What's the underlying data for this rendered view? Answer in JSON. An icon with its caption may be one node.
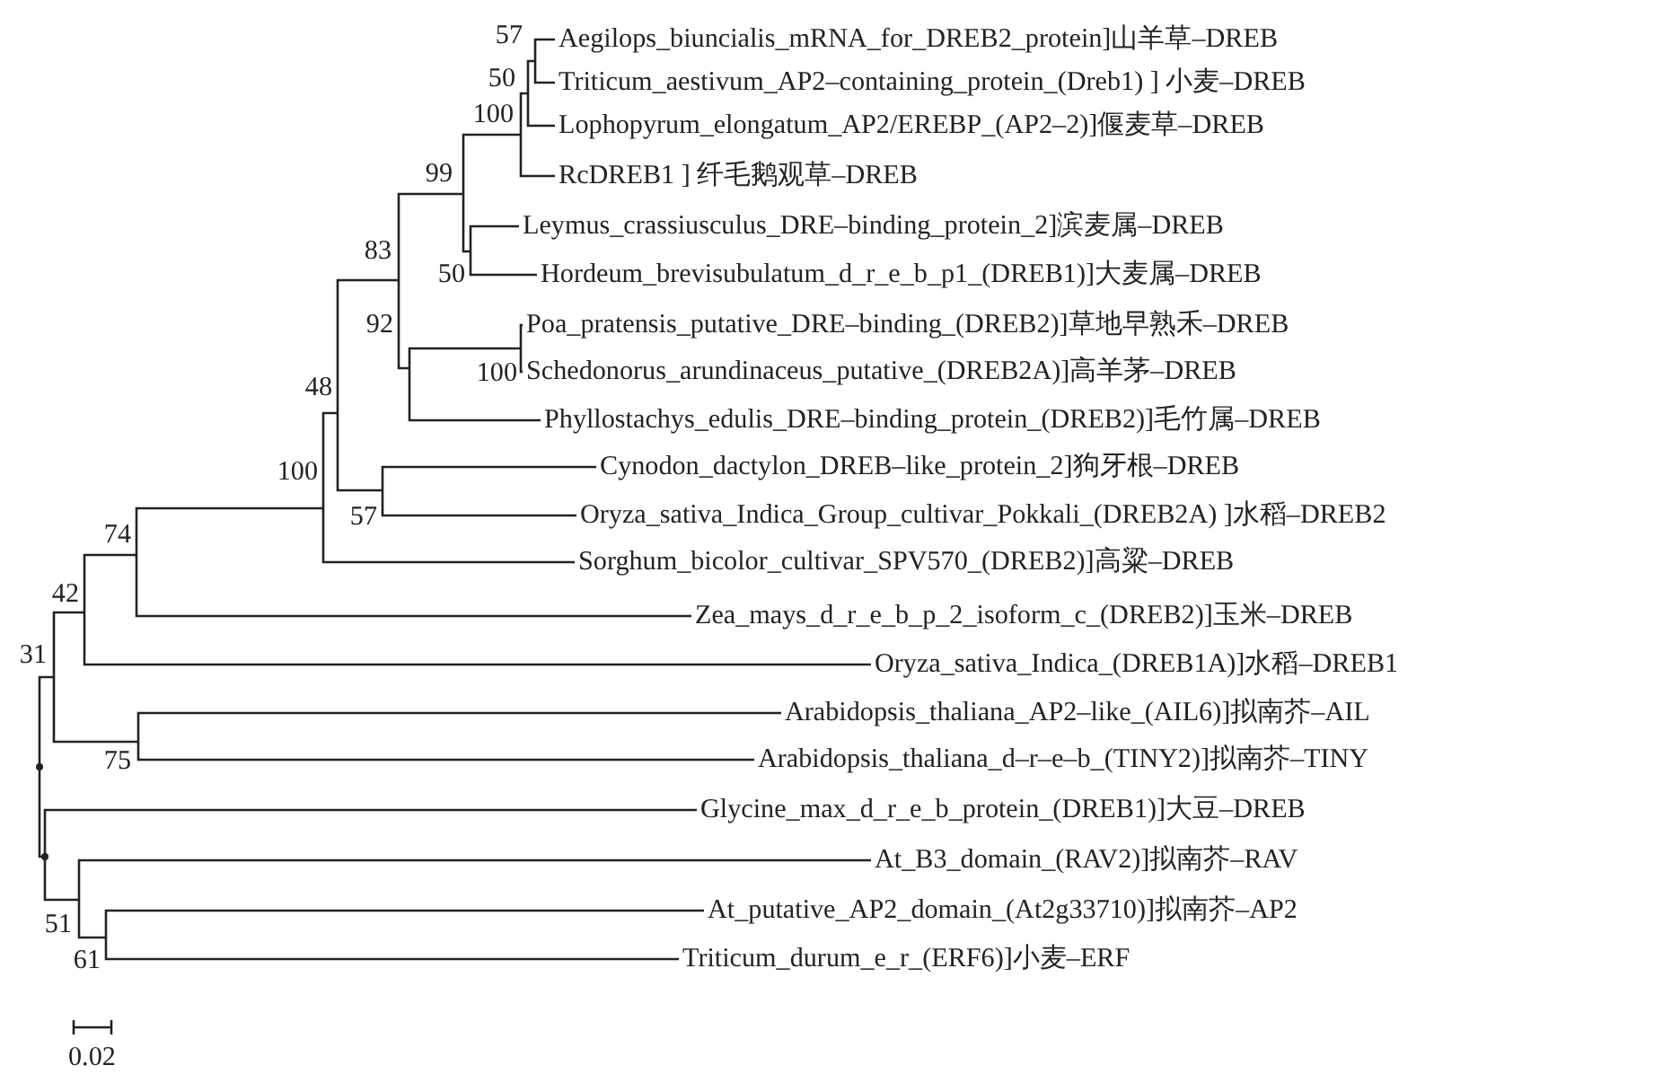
{
  "diagram": {
    "nodes": [
      {
        "text": [
          "Aegilops_biuncialis_mRNA_for_DREB2_protein]山羊草–DREB"
        ]
      },
      {
        "text": [
          "Triticum_aestivum_AP2–containing_protein_(Dreb1) ] 小麦–DREB"
        ]
      },
      {
        "text": [
          "Lophopyrum_elongatum_AP2/EREBP_(AP2–2)]偃麦草–DREB"
        ]
      },
      {
        "text": [
          "RcDREB1 ] 纤毛鹅观草–DREB"
        ]
      },
      {
        "text": [
          "Leymus_crassiusculus_DRE–binding_protein_2]滨麦属–DREB"
        ]
      },
      {
        "text": [
          "Hordeum_brevisubulatum_d_r_e_b_p1_(DREB1)]大麦属–DREB"
        ]
      },
      {
        "text": [
          "Poa_pratensis_putative_DRE–binding_(DREB2)]草地早熟禾–DREB"
        ]
      },
      {
        "text": [
          "Schedonorus_arundinaceus_putative_(DREB2A)]高羊茅–DREB"
        ]
      },
      {
        "text": [
          "Phyllostachys_edulis_DRE–binding_protein_(DREB2)]毛竹属–DREB"
        ]
      },
      {
        "text": [
          "Cynodon_dactylon_DREB–like_protein_2]狗牙根–DREB"
        ]
      },
      {
        "text": [
          "Oryza_sativa_Indica_Group_cultivar_Pokkali_(DREB2A) ]水稻–DREB2"
        ]
      },
      {
        "text": [
          "Sorghum_bicolor_cultivar_SPV570_(DREB2)]高粱–DREB"
        ]
      },
      {
        "text": [
          "Zea_mays_d_r_e_b_p_2_isoform_c_(DREB2)]玉米–DREB"
        ]
      },
      {
        "text": [
          "Oryza_sativa_Indica_(DREB1A)]水稻–DREB1"
        ]
      },
      {
        "text": [
          "Arabidopsis_thaliana_AP2–like_(AIL6)]拟南芥–AIL"
        ]
      },
      {
        "text": [
          "Arabidopsis_thaliana_d–r–e–b_(TINY2)]拟南芥–TINY"
        ]
      },
      {
        "text": [
          "Glycine_max_d_r_e_b_protein_(DREB1)]大豆–DREB"
        ]
      },
      {
        "text": [
          "At_B3_domain_(RAV2)]拟南芥–RAV"
        ]
      },
      {
        "text": [
          "At_putative_AP2_domain_(At2g33710)]拟南芥–AP2"
        ]
      },
      {
        "text": [
          "Triticum_durum_e_r_(ERF6)]小麦–ERF"
        ]
      },
      {
        "text": [
          "57"
        ]
      },
      {
        "text": [
          "50"
        ]
      },
      {
        "text": [
          "100"
        ]
      },
      {
        "text": [
          "50"
        ]
      },
      {
        "text": [
          "99"
        ]
      },
      {
        "text": [
          "100"
        ]
      },
      {
        "text": [
          "92"
        ]
      },
      {
        "text": [
          "83"
        ]
      },
      {
        "text": [
          "57"
        ]
      },
      {
        "text": [
          "48"
        ]
      },
      {
        "text": [
          "100"
        ]
      },
      {
        "text": [
          "74"
        ]
      },
      {
        "text": [
          "42"
        ]
      },
      {
        "text": [
          "75"
        ]
      },
      {
        "text": [
          "31"
        ]
      },
      {
        "text": [
          "61"
        ]
      },
      {
        "text": [
          "51"
        ]
      },
      {
        "text": [],
        "shape": "point"
      },
      {
        "text": [],
        "shape": "point"
      }
    ],
    "edges": [
      {
        "from": 20,
        "to": 0,
        "arrow": "none"
      },
      {
        "from": 20,
        "to": 1,
        "arrow": "none"
      },
      {
        "from": 21,
        "to": 20,
        "arrow": "none"
      },
      {
        "from": 21,
        "to": 2,
        "arrow": "none"
      },
      {
        "from": 22,
        "to": 21,
        "arrow": "none"
      },
      {
        "from": 22,
        "to": 3,
        "arrow": "none"
      },
      {
        "from": 23,
        "to": 4,
        "arrow": "none"
      },
      {
        "from": 23,
        "to": 5,
        "arrow": "none"
      },
      {
        "from": 24,
        "to": 22,
        "arrow": "none"
      },
      {
        "from": 24,
        "to": 23,
        "arrow": "none"
      },
      {
        "from": 25,
        "to": 6,
        "arrow": "none"
      },
      {
        "from": 25,
        "to": 7,
        "arrow": "none"
      },
      {
        "from": 26,
        "to": 25,
        "arrow": "none"
      },
      {
        "from": 26,
        "to": 8,
        "arrow": "none"
      },
      {
        "from": 27,
        "to": 24,
        "arrow": "none"
      },
      {
        "from": 27,
        "to": 26,
        "arrow": "none"
      },
      {
        "from": 28,
        "to": 9,
        "arrow": "none"
      },
      {
        "from": 28,
        "to": 10,
        "arrow": "none"
      },
      {
        "from": 29,
        "to": 27,
        "arrow": "none"
      },
      {
        "from": 29,
        "to": 28,
        "arrow": "none"
      },
      {
        "from": 30,
        "to": 29,
        "arrow": "none"
      },
      {
        "from": 30,
        "to": 11,
        "arrow": "none"
      },
      {
        "from": 31,
        "to": 30,
        "arrow": "none"
      },
      {
        "from": 31,
        "to": 12,
        "arrow": "none"
      },
      {
        "from": 32,
        "to": 31,
        "arrow": "none"
      },
      {
        "from": 32,
        "to": 13,
        "arrow": "none"
      },
      {
        "from": 33,
        "to": 14,
        "arrow": "none"
      },
      {
        "from": 33,
        "to": 15,
        "arrow": "none"
      },
      {
        "from": 34,
        "to": 32,
        "arrow": "none"
      },
      {
        "from": 34,
        "to": 33,
        "arrow": "none"
      },
      {
        "from": 35,
        "to": 18,
        "arrow": "none"
      },
      {
        "from": 35,
        "to": 19,
        "arrow": "none"
      },
      {
        "from": 36,
        "to": 17,
        "arrow": "none"
      },
      {
        "from": 36,
        "to": 35,
        "arrow": "none"
      },
      {
        "from": 37,
        "to": 34,
        "arrow": "none"
      },
      {
        "from": 37,
        "to": 38,
        "arrow": "none"
      },
      {
        "from": 38,
        "to": 16,
        "arrow": "none"
      },
      {
        "from": 38,
        "to": 36,
        "arrow": "none"
      }
    ],
    "labels": [
      "0.02"
    ]
  }
}
